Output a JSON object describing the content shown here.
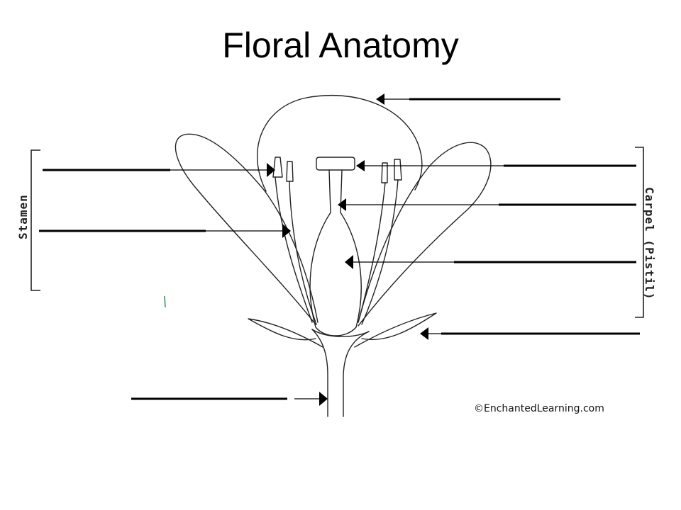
{
  "title": "Floral Anatomy",
  "brackets": {
    "stamen": "Stamen",
    "carpel": "Carpel (Pistil)"
  },
  "credit": "©EnchantedLearning.com",
  "blanks": {
    "petal": "",
    "anther": "",
    "filament": "",
    "stigma": "",
    "style": "",
    "ovary": "",
    "sepal": "",
    "stem": ""
  }
}
